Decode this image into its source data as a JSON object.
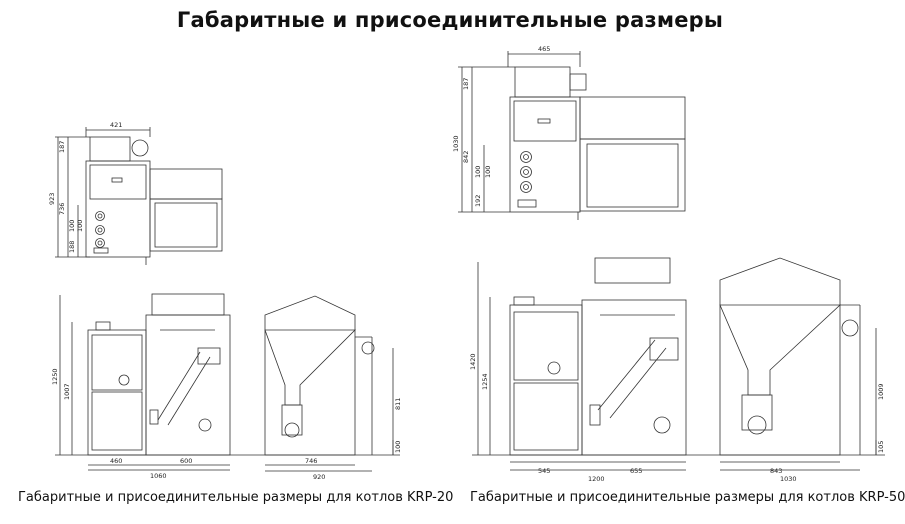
{
  "title": "Габаритные и присоединительные размеры",
  "captions": {
    "krp20": "Габаритные и присоединительные размеры для котлов KRP-20",
    "krp50": "Габаритные и присоединительные размеры для котлов KRP-50"
  },
  "krp20": {
    "front": {
      "width": "421",
      "heights": [
        "187",
        "923",
        "736",
        "100",
        "100",
        "188"
      ]
    },
    "lower": {
      "widths": [
        "460",
        "600",
        "1060",
        "746",
        "920"
      ],
      "heights": [
        "1250",
        "1007",
        "811",
        "100"
      ]
    }
  },
  "krp50": {
    "front": {
      "width": "465",
      "heights": [
        "187",
        "1030",
        "842",
        "100",
        "100",
        "192"
      ]
    },
    "lower": {
      "widths": [
        "545",
        "655",
        "1200",
        "843",
        "1030"
      ],
      "heights": [
        "1420",
        "1254",
        "1009",
        "105"
      ]
    }
  }
}
